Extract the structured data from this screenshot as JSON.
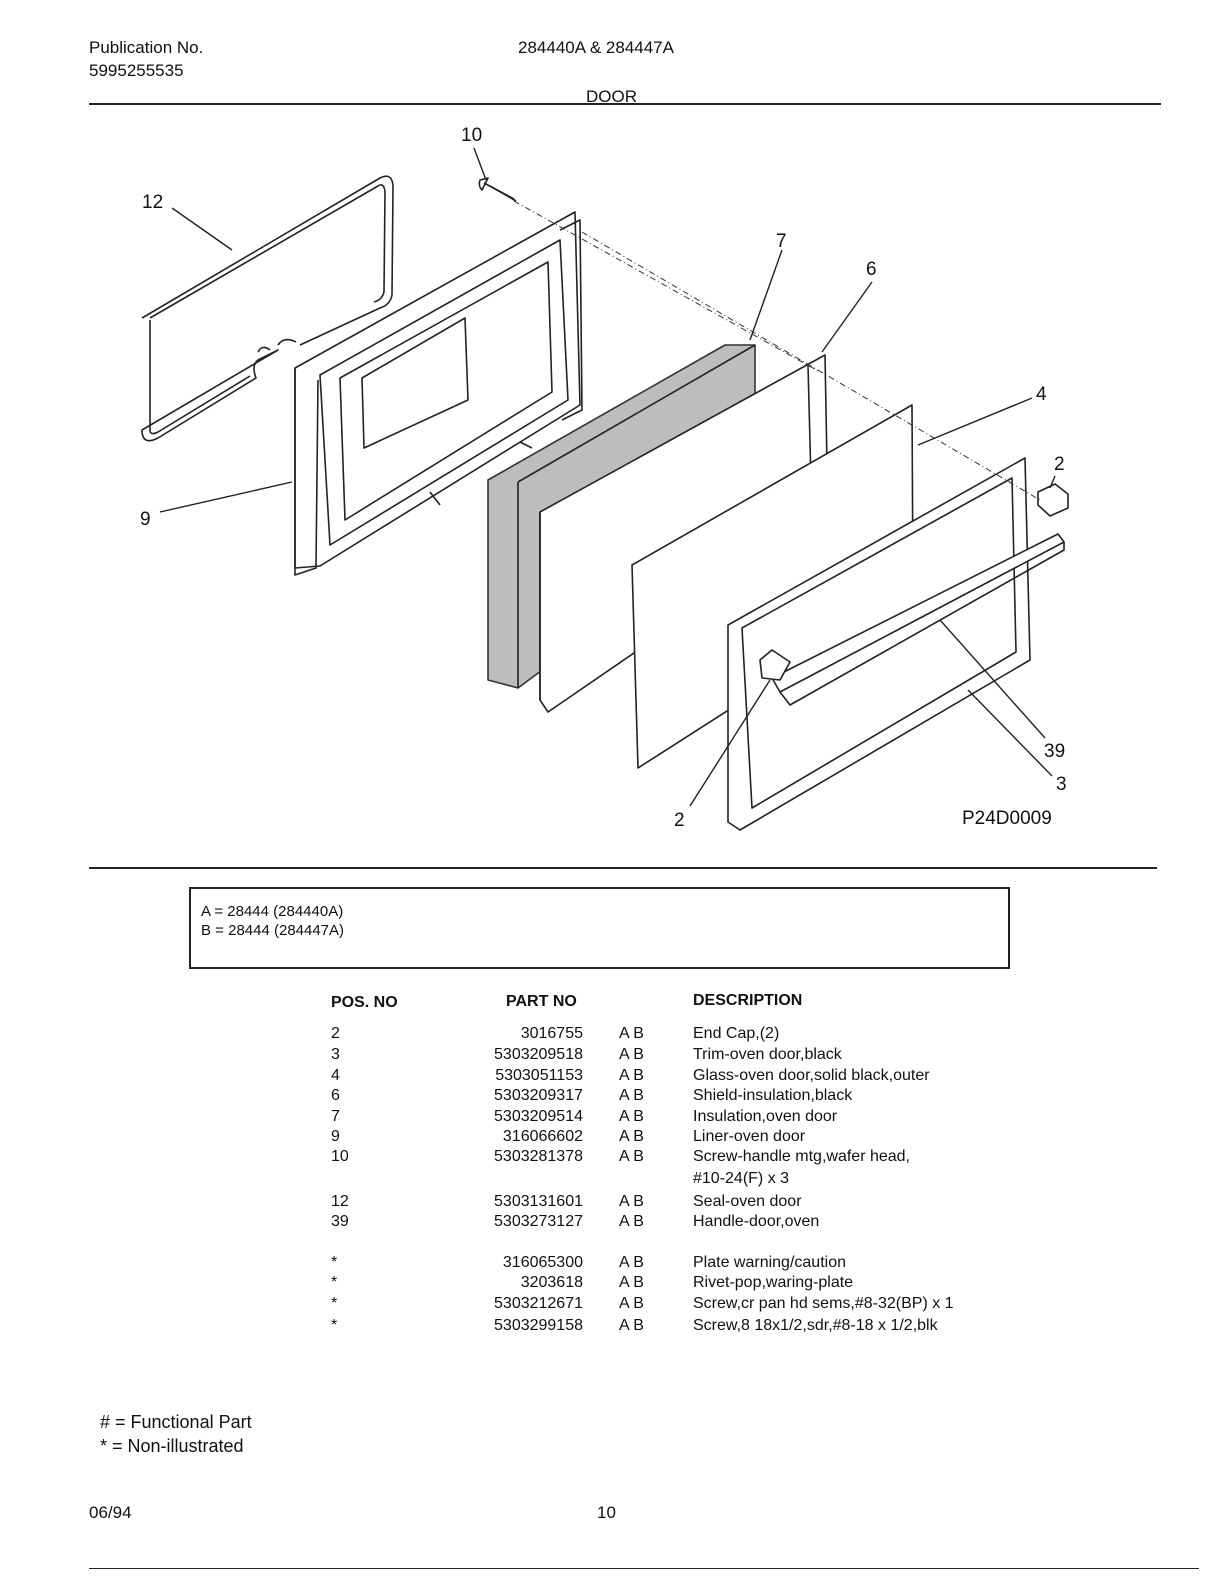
{
  "header": {
    "pub_label": "Publication No.",
    "pub_number": "5995255535",
    "models": "284440A & 284447A",
    "section": "DOOR"
  },
  "diagram": {
    "code": "P24D0009",
    "callouts": [
      "12",
      "10",
      "7",
      "6",
      "4",
      "2",
      "9",
      "39",
      "3",
      "2"
    ]
  },
  "legend": {
    "a": "A  =  28444 (284440A)",
    "b": "B  =  28444 (284447A)"
  },
  "table": {
    "headers": {
      "pos": "POS. NO",
      "part": "PART NO",
      "desc": "DESCRIPTION"
    },
    "rows": [
      {
        "pos": "2",
        "part": "3016755",
        "models": "A  B",
        "desc": "End Cap,(2)"
      },
      {
        "pos": "3",
        "part": "5303209518",
        "models": "A  B",
        "desc": "Trim-oven door,black"
      },
      {
        "pos": "4",
        "part": "5303051153",
        "models": "A  B",
        "desc": "Glass-oven door,solid black,outer"
      },
      {
        "pos": "6",
        "part": "5303209317",
        "models": "A  B",
        "desc": "Shield-insulation,black"
      },
      {
        "pos": "7",
        "part": "5303209514",
        "models": "A  B",
        "desc": "Insulation,oven door"
      },
      {
        "pos": "9",
        "part": "316066602",
        "models": "A  B",
        "desc": "Liner-oven door"
      },
      {
        "pos": "10",
        "part": "5303281378",
        "models": "A  B",
        "desc": "Screw-handle mtg,wafer head,",
        "desc2": "#10-24(F) x 3"
      },
      {
        "pos": "12",
        "part": "5303131601",
        "models": "A  B",
        "desc": "Seal-oven door"
      },
      {
        "pos": "39",
        "part": "5303273127",
        "models": "A  B",
        "desc": "Handle-door,oven"
      },
      {
        "pos": "*",
        "part": "316065300",
        "models": "A  B",
        "desc": "Plate warning/caution"
      },
      {
        "pos": "*",
        "part": "3203618",
        "models": "A  B",
        "desc": "Rivet-pop,waring-plate"
      },
      {
        "pos": "*",
        "part": "5303212671",
        "models": "A  B",
        "desc": "Screw,cr pan hd sems,#8-32(BP) x 1"
      },
      {
        "pos": "*",
        "part": "5303299158",
        "models": "A  B",
        "desc": "Screw,8 18x1/2,sdr,#8-18 x 1/2,blk"
      }
    ]
  },
  "notes": {
    "functional": "# = Functional Part",
    "non_illustrated": "* = Non-illustrated"
  },
  "footer": {
    "date": "06/94",
    "page": "10"
  }
}
